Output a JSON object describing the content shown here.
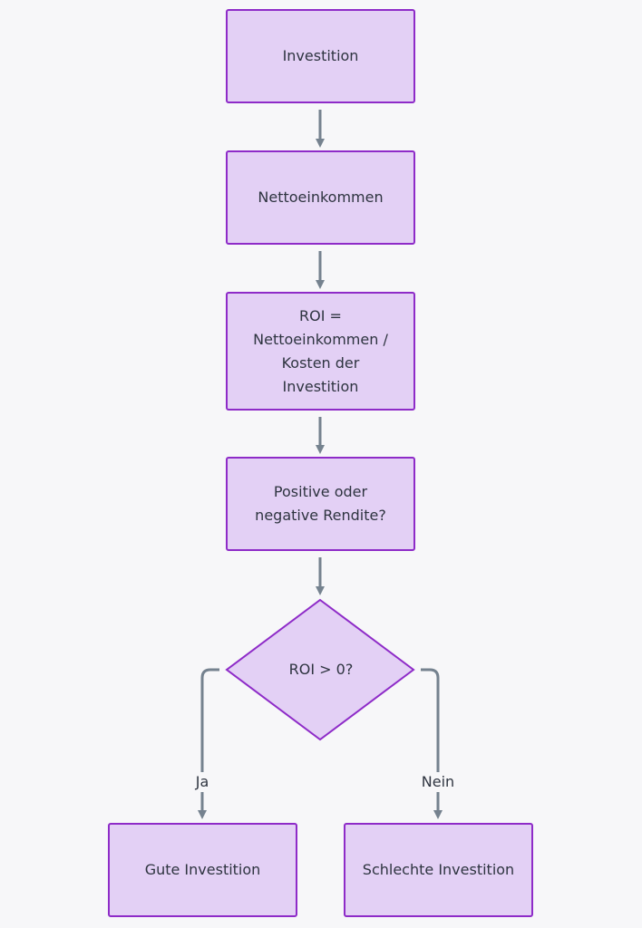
{
  "nodes": {
    "investment": "Investition",
    "net_income": "Nettoeinkommen",
    "roi_formula": "ROI =\nNettoeinkommen /\nKosten der\nInvestition",
    "return_sign": "Positive oder\nnegative Rendite?",
    "decision": "ROI > 0?",
    "good": "Gute Investition",
    "bad": "Schlechte Investition"
  },
  "edges": {
    "yes_label": "Ja",
    "no_label": "Nein"
  },
  "colors": {
    "node_fill": "#e3d0f5",
    "node_border": "#8e2bc8",
    "arrow": "#75828f",
    "background": "#f7f7f9"
  }
}
